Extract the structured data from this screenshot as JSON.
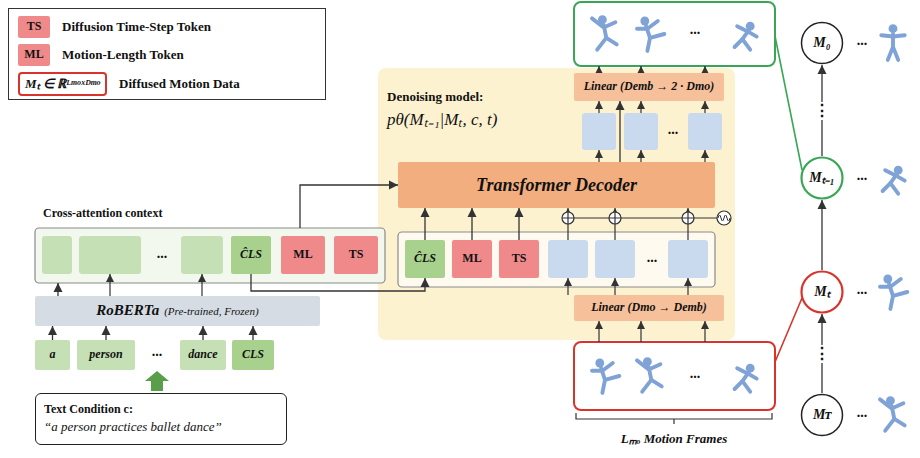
{
  "diagram": {
    "nodes": [
      {
        "text": [
          "Denoising model:",
          "pθ(Mₜ₋₁|Mₜ, c, t)"
        ]
      },
      {
        "text": [
          "Linear (Demb → 2 · Dmo)"
        ],
        "in": 0
      },
      {
        "text": [
          "Transformer Decoder"
        ],
        "in": 0
      },
      {
        "text": [
          "Linear (Dmo → Demb)"
        ],
        "in": 0
      },
      {
        "text": [
          "ĈLS"
        ],
        "in": 0
      },
      {
        "text": [
          "ML"
        ],
        "in": 0
      },
      {
        "text": [
          "TS"
        ],
        "in": 0
      },
      {
        "text": [
          "Cross-attention context"
        ]
      },
      {
        "text": [
          "ĈLS"
        ],
        "in": 7
      },
      {
        "text": [
          "ML"
        ],
        "in": 7
      },
      {
        "text": [
          "TS"
        ],
        "in": 7
      },
      {
        "text": [
          "RoBERTa",
          "(Pre-trained, Frozen)"
        ]
      },
      {
        "text": [
          "a"
        ]
      },
      {
        "text": [
          "person"
        ]
      },
      {
        "text": [
          "dance"
        ]
      },
      {
        "text": [
          "CLS"
        ]
      },
      {
        "text": [
          "Text Condition c:",
          "“a person practices ballet dance”"
        ]
      },
      {
        "text": [
          "M₀"
        ]
      },
      {
        "text": [
          "Mₜ₋₁"
        ]
      },
      {
        "text": [
          "Mₜ"
        ]
      },
      {
        "text": [
          "Mᴛ"
        ]
      }
    ],
    "edges": [
      {
        "from": 4,
        "to": 2,
        "arrow": "to"
      },
      {
        "from": 5,
        "to": 2,
        "arrow": "to"
      },
      {
        "from": 6,
        "to": 2,
        "arrow": "to"
      },
      {
        "from": 2,
        "to": 1,
        "arrow": "to"
      },
      {
        "from": 7,
        "to": 2,
        "arrow": "to"
      },
      {
        "from": 8,
        "to": 4,
        "arrow": "to"
      },
      {
        "from": 11,
        "to": 7,
        "arrow": "to"
      },
      {
        "from": 12,
        "to": 11,
        "arrow": "to"
      },
      {
        "from": 13,
        "to": 11,
        "arrow": "to"
      },
      {
        "from": 14,
        "to": 11,
        "arrow": "to"
      },
      {
        "from": 15,
        "to": 11,
        "arrow": "to"
      },
      {
        "from": 20,
        "to": 19,
        "arrow": "to",
        "label": "⋮"
      },
      {
        "from": 19,
        "to": 18,
        "arrow": "to"
      },
      {
        "from": 18,
        "to": 17,
        "arrow": "to",
        "label": "⋮"
      }
    ],
    "labels": [
      "TS",
      "ML",
      "Mₜ ∈ ℝᴸᵐᵒˣᴰᵐᵒ",
      "Lₘₒ Motion Frames",
      "...",
      "...",
      "...",
      "...",
      "...",
      "...",
      "...",
      "...",
      "...",
      "..."
    ],
    "legend": [
      {
        "text": "Diffusion Time-Step Token",
        "color": "#f08a8a"
      },
      {
        "text": "Motion-Length Token",
        "color": "#f08a8a"
      },
      {
        "text": "Diffused Motion Data"
      }
    ]
  }
}
